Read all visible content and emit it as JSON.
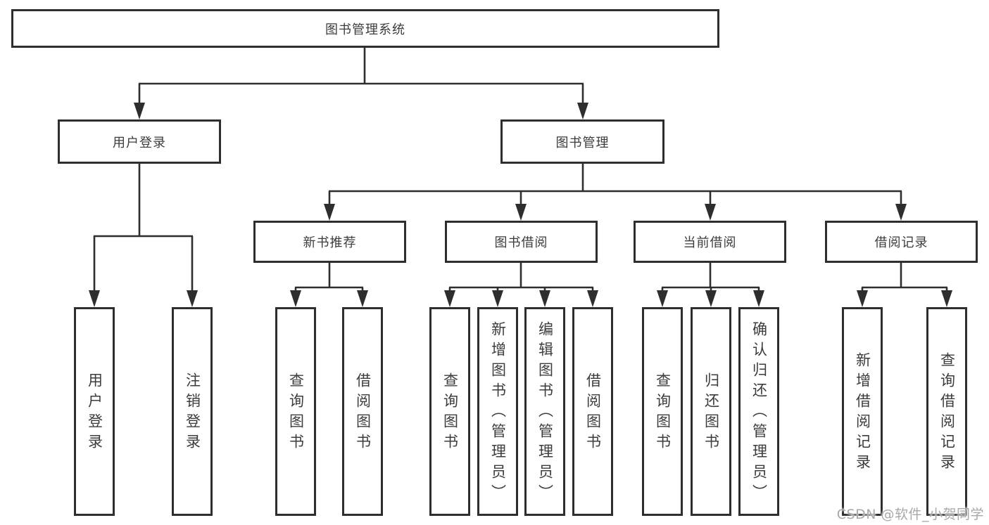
{
  "tree": {
    "root": {
      "label": "图书管理系统"
    },
    "user_login": {
      "label": "用户登录",
      "children": [
        {
          "label": "用户登录"
        },
        {
          "label": "注销登录"
        }
      ]
    },
    "book_mgmt": {
      "label": "图书管理",
      "children": [
        {
          "label": "新书推荐",
          "children": [
            {
              "label": "查询图书"
            },
            {
              "label": "借阅图书"
            }
          ]
        },
        {
          "label": "图书借阅",
          "children": [
            {
              "label": "查询图书"
            },
            {
              "label": "新增图书（管理员）"
            },
            {
              "label": "编辑图书（管理员）"
            },
            {
              "label": "借阅图书"
            }
          ]
        },
        {
          "label": "当前借阅",
          "children": [
            {
              "label": "查询图书"
            },
            {
              "label": "归还图书"
            },
            {
              "label": "确认归还（管理员）"
            }
          ]
        },
        {
          "label": "借阅记录",
          "children": [
            {
              "label": "新增借阅记录"
            },
            {
              "label": "查询借阅记录"
            }
          ]
        }
      ]
    }
  },
  "watermark": {
    "text": "CSDN @软件_小贺同学"
  },
  "colors": {
    "line": "#2e2e2e",
    "text": "#3c3c3c",
    "box_bg": "#ffffff",
    "watermark": "#a8a8a8",
    "background": "#ffffff"
  }
}
